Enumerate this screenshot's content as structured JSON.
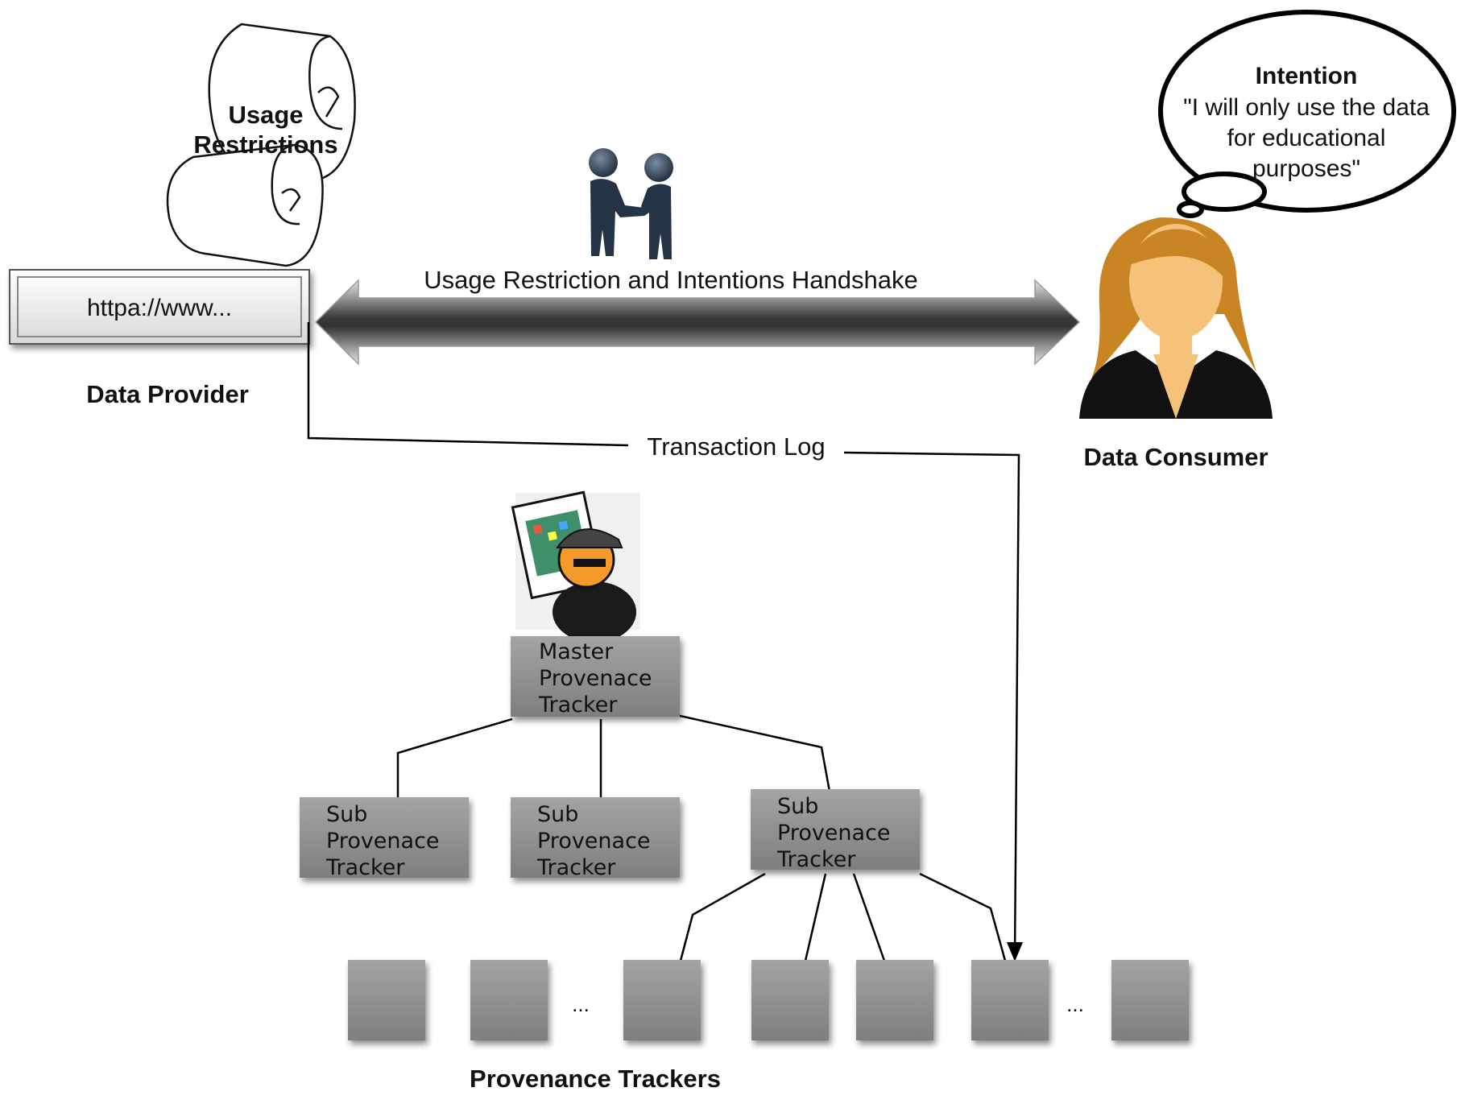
{
  "provider": {
    "url_text": "httpa://www...",
    "label": "Data Provider",
    "scroll_label_line1": "Usage",
    "scroll_label_line2": "Restrictions"
  },
  "handshake": {
    "label": "Usage Restriction and Intentions Handshake"
  },
  "consumer": {
    "label": "Data Consumer",
    "intention_title": "Intention",
    "intention_line1": "\"I will only use the data",
    "intention_line2": "for educational",
    "intention_line3": "purposes\""
  },
  "log": {
    "label": "Transaction Log"
  },
  "trackers": {
    "master_line1": "Master",
    "master_line2": "Provenace",
    "master_line3": "Tracker",
    "sub_line1": "Sub",
    "sub_line2": "Provenace",
    "sub_line3": "Tracker",
    "ellipsis": "...",
    "caption": "Provenance Trackers"
  },
  "colors": {
    "box_gray": "#8f8f8f",
    "arrow_dark": "#3a3a3a",
    "hair": "#c98524",
    "skin": "#f6c27a"
  }
}
